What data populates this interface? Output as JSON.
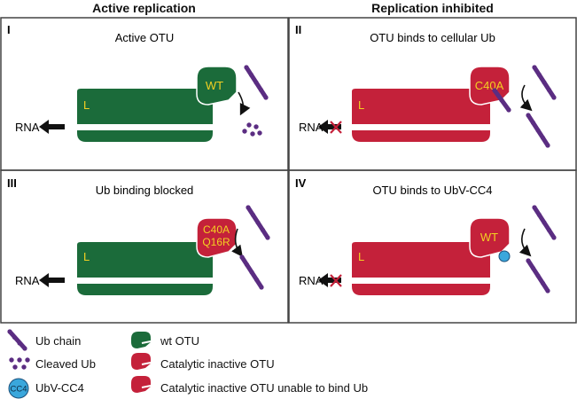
{
  "headers": {
    "left": "Active replication",
    "right": "Replication inhibited"
  },
  "panels": [
    {
      "id": "I",
      "title": "Active OTU",
      "polymerase_label": "L",
      "otu_label": [
        "WT"
      ],
      "rna_label": "RNA",
      "rna_blocked": false
    },
    {
      "id": "II",
      "title": "OTU binds to cellular Ub",
      "polymerase_label": "L",
      "otu_label": [
        "C40A"
      ],
      "rna_label": "RNA",
      "rna_blocked": true
    },
    {
      "id": "III",
      "title": "Ub binding blocked",
      "polymerase_label": "L",
      "otu_label": [
        "C40A",
        "Q16R"
      ],
      "rna_label": "RNA",
      "rna_blocked": false
    },
    {
      "id": "IV",
      "title": "OTU binds to UbV-CC4",
      "polymerase_label": "L",
      "otu_label": [
        "WT"
      ],
      "rna_label": "RNA",
      "rna_blocked": true
    }
  ],
  "legend": {
    "ub_chain": "Ub chain",
    "cleaved_ub": "Cleaved Ub",
    "ubv_cc4_icon_text": "CC4",
    "ubv_cc4": "UbV-CC4",
    "wt_otu": "wt OTU",
    "catalytic_inactive": "Catalytic inactive OTU",
    "catalytic_inactive_no_ub": "Catalytic inactive OTU unable to bind Ub"
  },
  "colors": {
    "green": "#1b6b3a",
    "red": "#c4213a",
    "purple": "#5b2d82",
    "cyan": "#3aa7dc",
    "label_yellow": "#f2d022",
    "border": "#444444"
  }
}
